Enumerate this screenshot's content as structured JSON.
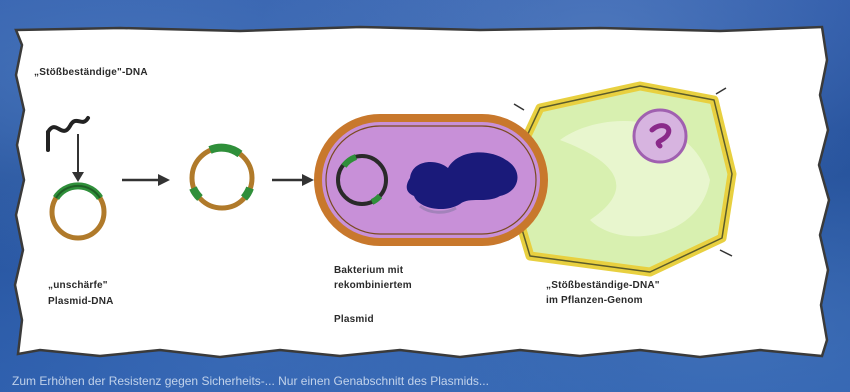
{
  "labels": {
    "title_dna": "„Stößbeständige\"-DNA",
    "plasmid_line1": "„unschärfe\"",
    "plasmid_line2": "Plasmid-DNA",
    "bacterium_line1": "Bakterium mit",
    "bacterium_line2": "rekombiniertem",
    "bacterium_line3": "Plasmid",
    "plant_line1": "„Stößbeständige-DNA\"",
    "plant_line2": "im Pflanzen-Genom"
  },
  "caption": "Zum Erhöhen der Resistenz gegen Sicherheits-... Nur einen Genabschnitt des Plasmids...",
  "colors": {
    "background": "#2b5aa6",
    "paper": "#ffffff",
    "plasmid_ring": "#b07a2a",
    "insert_green": "#2f8f3a",
    "bacterium_wall": "#c8782c",
    "bacterium_fill": "#c890d8",
    "chromosome": "#1a1a7a",
    "plant_wall": "#e8d040",
    "plant_fill": "#d8f0b0",
    "nucleus": "#a060b0"
  }
}
